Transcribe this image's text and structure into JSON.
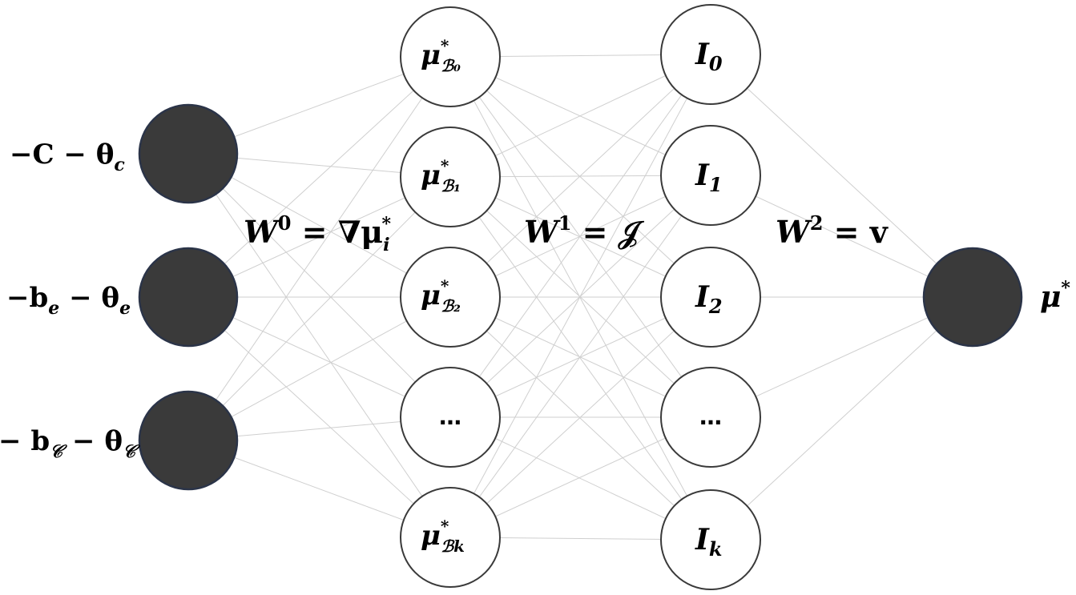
{
  "input_nodes": [
    {
      "label_main": "−C − θ",
      "label_sub": "c"
    },
    {
      "label_main": "−b",
      "label_sub": "e",
      "label_main2": " − θ",
      "label_sub2": "e"
    },
    {
      "label_main": "− b",
      "label_sub": "𝒞",
      "label_main2": " − θ",
      "label_sub2": "𝒞"
    }
  ],
  "hidden1_nodes": [
    {
      "label_main": "μ",
      "label_sup": "*",
      "label_sub": "ℬ₀"
    },
    {
      "label_main": "μ",
      "label_sup": "*",
      "label_sub": "ℬ₁"
    },
    {
      "label_main": "μ",
      "label_sup": "*",
      "label_sub": "ℬ₂"
    },
    {
      "label_main": "…"
    },
    {
      "label_main": "μ",
      "label_sup": "*",
      "label_sub": "ℬk"
    }
  ],
  "hidden2_nodes": [
    {
      "label_main": "I",
      "label_sub": "0"
    },
    {
      "label_main": "I",
      "label_sub": "1"
    },
    {
      "label_main": "I",
      "label_sub": "2"
    },
    {
      "label_main": "…"
    },
    {
      "label_main": "I",
      "label_sub": "k"
    }
  ],
  "output_node": {
    "label_main": "μ",
    "label_sup": "*"
  },
  "weights": [
    {
      "w": "W",
      "sup": "0",
      "eq": " = ∇μ",
      "sub": "i",
      "sup2": "*"
    },
    {
      "w": "W",
      "sup": "1",
      "eq": " = 𝒥"
    },
    {
      "w": "W",
      "sup": "2",
      "eq": " = v"
    }
  ]
}
